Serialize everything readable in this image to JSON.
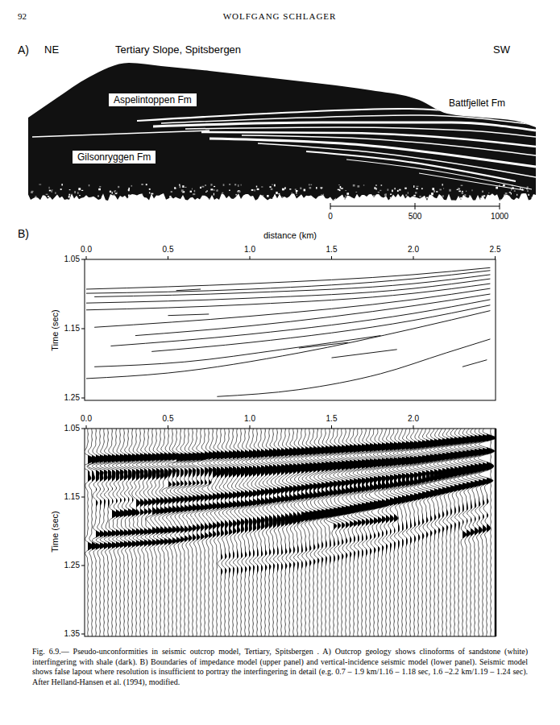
{
  "diagram": {
    "caption": "Fig. 6.9.— Pseudo-unconformities in seismic outcrop model, Tertiary, Spitsbergen . A) Outcrop geology shows clinoforms of sandstone (white) interfingering with shale (dark). B) Boundaries of impedance model (upper panel) and vertical-incidence seismic model (lower panel). Seismic model shows false lapout where resolution is insufficient to portray the interfingering in detail (e.g. 0.7 – 1.9 km/1.16 – 1.18 sec, 1.6 –2.2 km/1.19 – 1.24 sec). After Helland-Hansen et al. (1994), modified.",
    "nodes": [
      {
        "text": [
          "Aspelintoppen Fm"
        ]
      },
      {
        "text": [
          "Gilsonryggen Fm"
        ]
      }
    ],
    "labels": [
      "92",
      "WOLFGANG SCHLAGER",
      "A)",
      "NE",
      "Tertiary Slope, Spitsbergen",
      "SW",
      "Battfjellet Fm",
      "0",
      "500",
      "1000",
      "B)",
      "distance (km)",
      "0.0",
      "0.5",
      "1.0",
      "1.5",
      "2.0",
      "2.5",
      "1.05",
      "1.15",
      "1.25",
      "Time (sec)",
      "0.0",
      "0.5",
      "1.0",
      "1.5",
      "2.0",
      "1.05",
      "1.15",
      "1.25",
      "1.35",
      "Time (sec)"
    ]
  }
}
